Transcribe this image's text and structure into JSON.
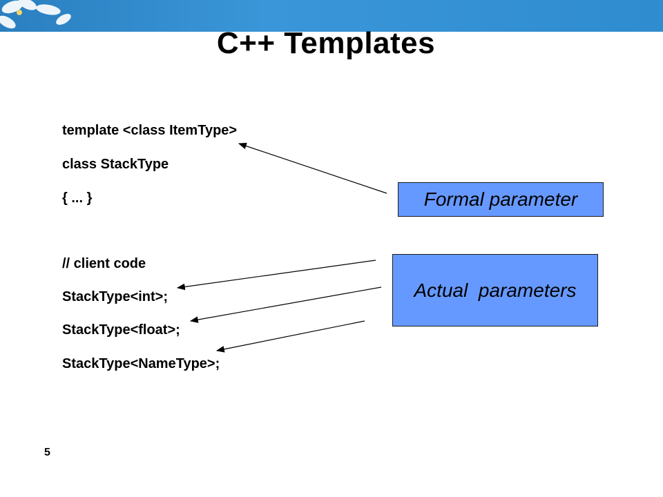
{
  "slide": {
    "title": "C++ Templates",
    "code_lines": [
      "template <class ItemType>",
      "class StackType",
      "{ ... }",
      "// client code",
      "StackType<int>;",
      "StackType<float>;",
      "StackType<NameType>;"
    ],
    "callouts": {
      "formal": "Formal parameter",
      "actual": "Actual  parameters"
    },
    "page_number": "5"
  },
  "colors": {
    "header_band": "#2f8ccf",
    "callout_fill": "#6699ff"
  }
}
